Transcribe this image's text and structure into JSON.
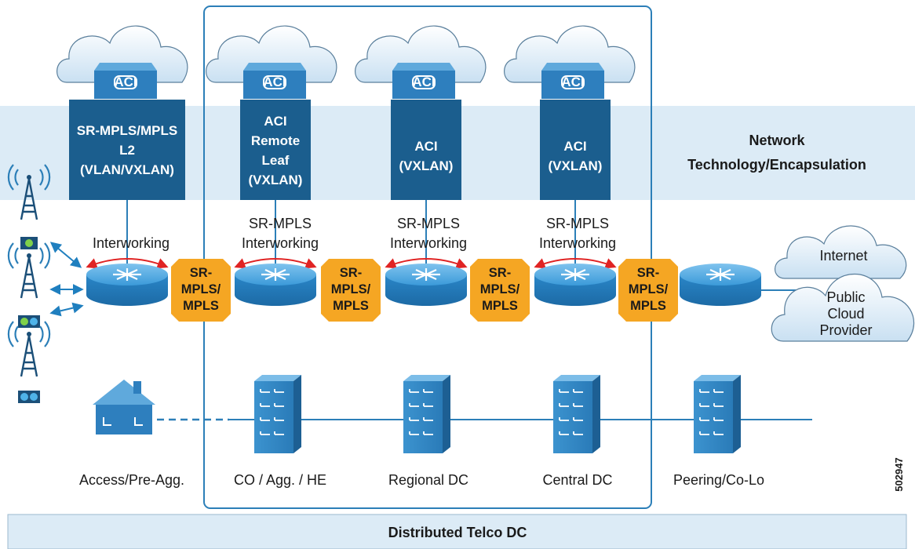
{
  "colors": {
    "dark_blue": "#1b5e8e",
    "band_blue": "#dcebf6",
    "orange": "#f5a623",
    "router_blue": "#2f8fd0",
    "arrow_red": "#e02424",
    "arrow_blue": "#1f7fbf",
    "border_blue": "#2c7fb8"
  },
  "header": {
    "band_label_line1": "Network",
    "band_label_line2": "Technology/Encapsulation",
    "aci_badge": "ACI"
  },
  "columns": [
    {
      "label": "Access/Pre-Agg.",
      "tech": [
        "SR-MPLS/MPLS",
        "L2",
        "(VLAN/VXLAN)"
      ],
      "interworking": [
        "Interworking"
      ]
    },
    {
      "label": "CO / Agg. / HE",
      "tech": [
        "ACI",
        "Remote",
        "Leaf",
        "(VXLAN)"
      ],
      "interworking": [
        "SR-MPLS",
        "Interworking"
      ]
    },
    {
      "label": "Regional DC",
      "tech": [
        "ACI",
        "(VXLAN)"
      ],
      "interworking": [
        "SR-MPLS",
        "Interworking"
      ]
    },
    {
      "label": "Central DC",
      "tech": [
        "ACI",
        "(VXLAN)"
      ],
      "interworking": [
        "SR-MPLS",
        "Interworking"
      ]
    },
    {
      "label": "Peering/Co-Lo"
    }
  ],
  "transport": [
    "SR-",
    "MPLS/",
    "MPLS"
  ],
  "clouds": {
    "internet": "Internet",
    "public_cloud": [
      "Public",
      "Cloud",
      "Provider"
    ]
  },
  "footer": {
    "label": "Distributed Telco DC"
  },
  "figure_id": "502947"
}
